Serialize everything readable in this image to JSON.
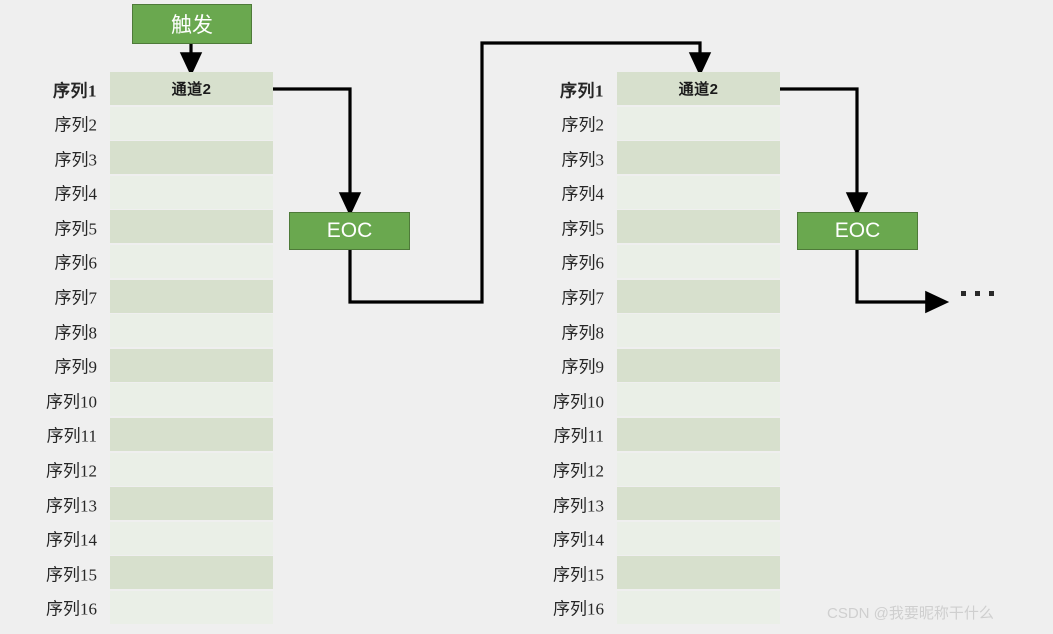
{
  "diagram": {
    "background_color": "#efefef",
    "accent_green": "#6aa84f",
    "row_dark_color": "#d7e0cd",
    "row_light_color": "#eaefe7",
    "trigger": {
      "label": "触发"
    },
    "eoc_blocks": [
      {
        "label": "EOC"
      },
      {
        "label": "EOC"
      }
    ],
    "sequence_tables": [
      {
        "header": "通道2",
        "rows": [
          "序列1",
          "序列2",
          "序列3",
          "序列4",
          "序列5",
          "序列6",
          "序列7",
          "序列8",
          "序列9",
          "序列10",
          "序列11",
          "序列12",
          "序列13",
          "序列14",
          "序列15",
          "序列16"
        ]
      },
      {
        "header": "通道2",
        "rows": [
          "序列1",
          "序列2",
          "序列3",
          "序列4",
          "序列5",
          "序列6",
          "序列7",
          "序列8",
          "序列9",
          "序列10",
          "序列11",
          "序列12",
          "序列13",
          "序列14",
          "序列15",
          "序列16"
        ]
      }
    ],
    "continuation": {
      "label": "..."
    },
    "watermark": {
      "text": "CSDN @我要昵称干什么"
    }
  }
}
